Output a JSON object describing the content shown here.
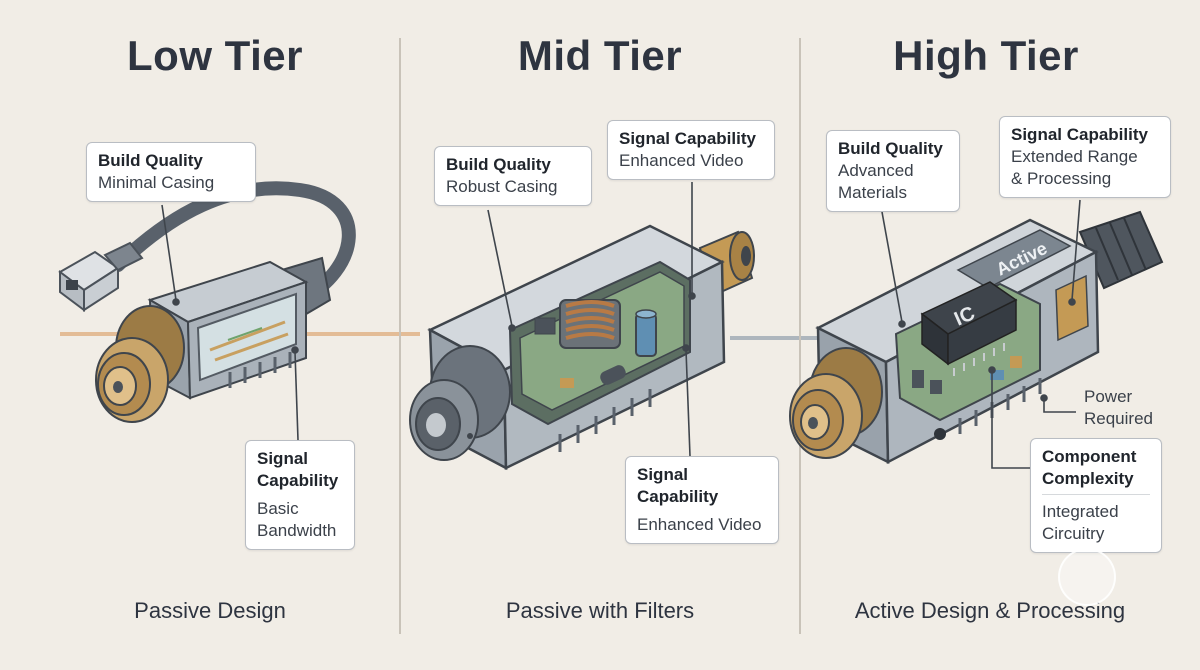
{
  "tiers": [
    {
      "title": "Low Tier",
      "caption": "Passive Design",
      "build": {
        "head": "Build Quality",
        "text": "Minimal Casing"
      },
      "signal": {
        "head1": "Signal",
        "head2": "Capability",
        "text1": "Basic",
        "text2": "Bandwidth"
      }
    },
    {
      "title": "Mid Tier",
      "caption": "Passive with Filters",
      "build": {
        "head": "Build Quality",
        "text": "Robust Casing"
      },
      "signal_top": {
        "head": "Signal Capability",
        "text": "Enhanced Video"
      },
      "signal_bottom": {
        "head1": "Signal",
        "head2": "Capability",
        "text": "Enhanced Video"
      }
    },
    {
      "title": "High Tier",
      "caption": "Active Design & Processing",
      "build": {
        "head": "Build Quality",
        "text1": "Advanced",
        "text2": "Materials"
      },
      "signal": {
        "head": "Signal Capability",
        "text1": "Extended Range",
        "text2": "& Processing"
      },
      "power": {
        "text1": "Power",
        "text2": "Required"
      },
      "component": {
        "head1": "Component",
        "head2": "Complexity",
        "text1": "Integrated",
        "text2": "Circuitry"
      },
      "chip_label": "IC",
      "active_label": "Active"
    }
  ],
  "colors": {
    "background": "#f1ede6",
    "casing": "#9aa3ac",
    "brass": "#c49a55",
    "pcb": "#8aa884",
    "coil": "#b87a45",
    "signal_line": "#e0b48a"
  }
}
